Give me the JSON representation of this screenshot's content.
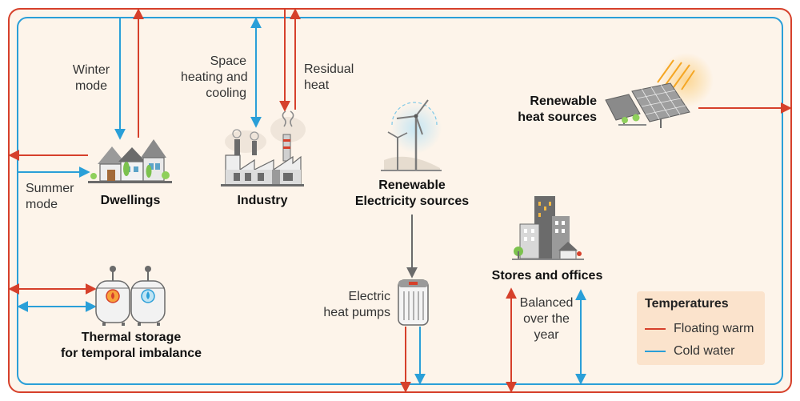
{
  "labels": {
    "winter_mode": [
      "Winter",
      "mode"
    ],
    "summer_mode": [
      "Summer",
      "mode"
    ],
    "dwellings": "Dwellings",
    "space_heating": [
      "Space",
      "heating and",
      "cooling"
    ],
    "residual_heat": [
      "Residual",
      "heat"
    ],
    "industry": "Industry",
    "renewable_electricity": [
      "Renewable",
      "Electricity sources"
    ],
    "renewable_heat": [
      "Renewable",
      "heat sources"
    ],
    "stores_offices": "Stores and offices",
    "thermal_storage": [
      "Thermal storage",
      "for temporal imbalance"
    ],
    "electric_heat_pumps": [
      "Electric",
      "heat pumps"
    ],
    "balanced": [
      "Balanced",
      "over the",
      "year"
    ]
  },
  "legend": {
    "title": "Temperatures",
    "items": [
      {
        "label": "Floating warm",
        "color": "#d6402b"
      },
      {
        "label": "Cold water",
        "color": "#2a9fd8"
      }
    ]
  },
  "colors": {
    "warm": "#d6402b",
    "cold": "#2a9fd8",
    "background": "#fdf4ea",
    "icon_grey": "#6b6b6b"
  }
}
